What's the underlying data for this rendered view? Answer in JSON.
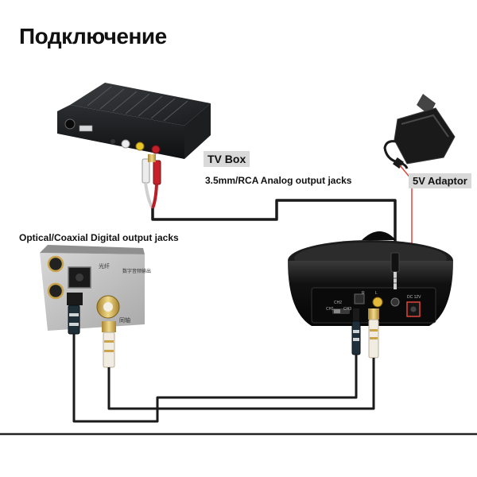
{
  "title": "Подключение",
  "labels": {
    "tv_box": "TV Box",
    "analog_jacks": "3.5mm/RCA Analog output jacks",
    "adaptor": "5V Adaptor",
    "digital_jacks": "Optical/Coaxial Digital output jacks"
  },
  "panel_text": {
    "opt_cn": "光纤",
    "coax_cn": "同轴",
    "digital_cn": "数字音频输出",
    "ch1": "CH1",
    "ch2": "CH2",
    "ch3": "CH3",
    "r": "R",
    "l": "L",
    "dc": "DC 12V"
  },
  "colors": {
    "cable": "#1a1a1a",
    "adaptor_line": "#e0453a",
    "device_black": "#151515",
    "label_bg": "#d9d9d9",
    "rca_red": "#c8202a",
    "rca_yellow": "#e9c21c",
    "gold": "#c9a44a"
  },
  "icons": [
    "tv-box-device",
    "power-adaptor",
    "audio-receiver",
    "digital-output-panel",
    "rca-plug",
    "optical-plug",
    "jack-plug"
  ]
}
